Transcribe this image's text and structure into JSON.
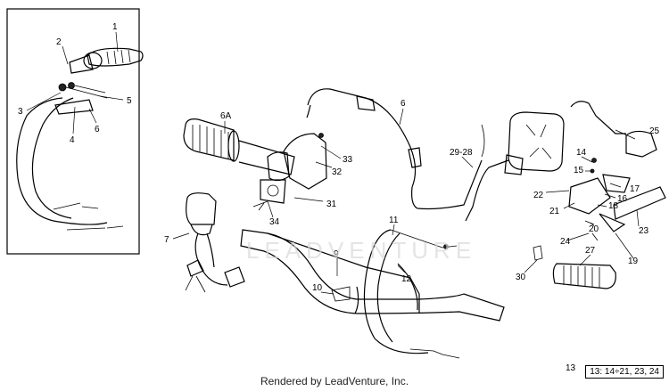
{
  "watermark": "LEADVENTURE",
  "footer": "Rendered by LeadVenture, Inc.",
  "reference_note": "13: 14÷21, 23, 24",
  "callouts": [
    "1",
    "2",
    "3",
    "4",
    "5",
    "6",
    "6A",
    "6",
    "7",
    "9",
    "10",
    "11",
    "12",
    "13",
    "14",
    "15",
    "16",
    "17",
    "18",
    "19",
    "20",
    "21",
    "22",
    "23",
    "24",
    "25",
    "27",
    "29-28",
    "30",
    "31",
    "32",
    "33",
    "34"
  ]
}
